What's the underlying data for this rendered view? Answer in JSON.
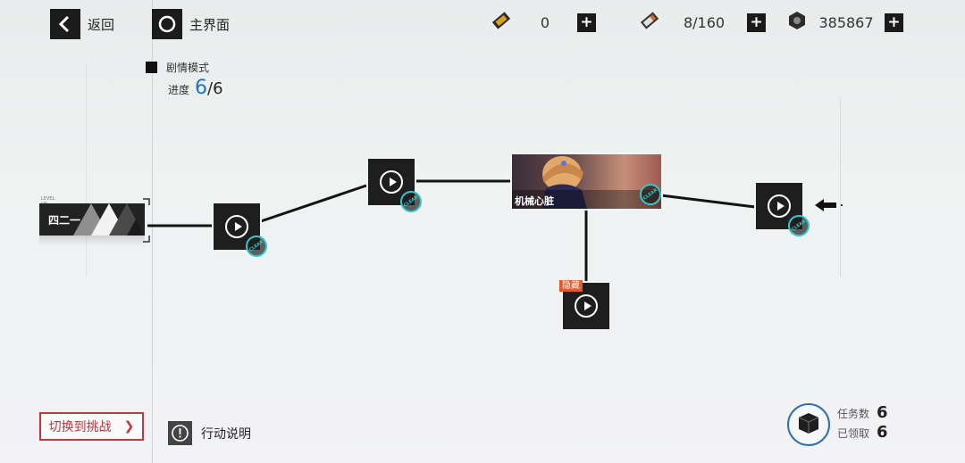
{
  "topbar": {
    "back_label": "返回",
    "home_label": "主界面",
    "resources": [
      {
        "icon": "gold-ticket-icon",
        "value": "0"
      },
      {
        "icon": "stamina-battery-icon",
        "value": "8/160"
      },
      {
        "icon": "coin-icon",
        "value": "385867"
      }
    ]
  },
  "mode": {
    "name": "剧情模式",
    "progress_label": "进度",
    "progress_current": "6",
    "progress_sep_total": "/6"
  },
  "stages": {
    "start_tag": "LEVEL UP",
    "start_title": "四二一",
    "featured_title": "机械心脏",
    "clear_text": "CLEAR",
    "hidden_tag": "隐藏"
  },
  "bottom": {
    "switch_label": "切换到挑战",
    "info_label": "行动说明",
    "tasks_label": "任务数",
    "tasks_value": "6",
    "claimed_label": "已领取",
    "claimed_value": "6"
  },
  "colors": {
    "accent_blue": "#1e73c8",
    "clear_cyan": "#39c6c9",
    "switch_red": "#c5353a",
    "hidden_orange": "#e05a2a"
  }
}
